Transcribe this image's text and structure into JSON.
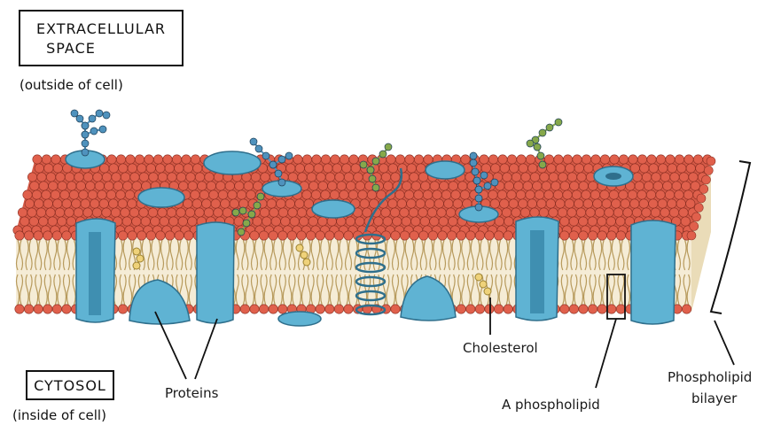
{
  "labels": {
    "extracellular_line1": "EXTRACELLULAR",
    "extracellular_line2": "SPACE",
    "outside": "(outside of cell)",
    "cytosol": "CYTOSOL",
    "inside": "(inside of cell)",
    "proteins": "Proteins",
    "cholesterol": "Cholesterol",
    "phospholipid": "A phospholipid",
    "bilayer_line1": "Phospholipid",
    "bilayer_line2": "bilayer"
  },
  "colors": {
    "head": "#e0604c",
    "head_stroke": "#8a2e22",
    "tail": "#b79a5c",
    "protein": "#5fb3d3",
    "protein_dark": "#3f8fb1",
    "glyco_blue": "#4f92bd",
    "glyco_green": "#86a84a",
    "cholesterol": "#efd27a",
    "ink": "#1a1a1a"
  }
}
